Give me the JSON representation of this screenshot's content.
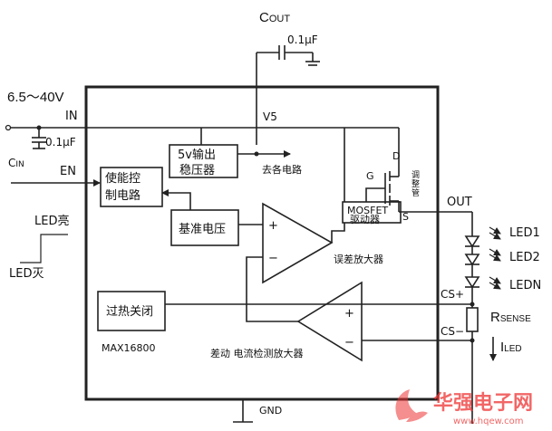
{
  "labels": {
    "cout": "C",
    "cout_sub": "OUT",
    "cout_value": "0.1μF",
    "vin_range": "6.5～40V",
    "in_pin": "IN",
    "v5": "V5",
    "cin_value": "0.1μF",
    "cin": "C",
    "cin_sub": "IN",
    "en_pin": "EN",
    "enable_l1": "使能控",
    "enable_l2": "制电路",
    "reg_l1": "5v输出",
    "reg_l2": "稳压器",
    "to_circuits": "去各电路",
    "ref": "基准电压",
    "ea_plus": "+",
    "ea_minus": "−",
    "ea_label": "误差放大器",
    "mos_l1": "MOSFET",
    "mos_l2": "驱动器",
    "pin_g": "G",
    "pin_d": "D",
    "pin_s": "S",
    "switch_v": [
      "调",
      "整",
      "管"
    ],
    "out_pin": "OUT",
    "led_on": "LED亮",
    "led_off": "LED灭",
    "led1": "LED1",
    "led2": "LED2",
    "ledn": "LEDN",
    "thermal": "过热关闭",
    "cs_plus": "CS+",
    "cs_minus": "CS−",
    "rsense": "R",
    "rsense_sub": "SENSE",
    "iled": "I",
    "iled_sub": "LED",
    "ca_plus": "+",
    "ca_minus": "−",
    "ca_label": "差动 电流检测放大器",
    "chip_name": "MAX16800",
    "gnd": "GND",
    "watermark": "华强电子网",
    "watermark_url": "www.hqew.com"
  },
  "colors": {
    "line": "#222222",
    "watermark": "#e33333"
  }
}
